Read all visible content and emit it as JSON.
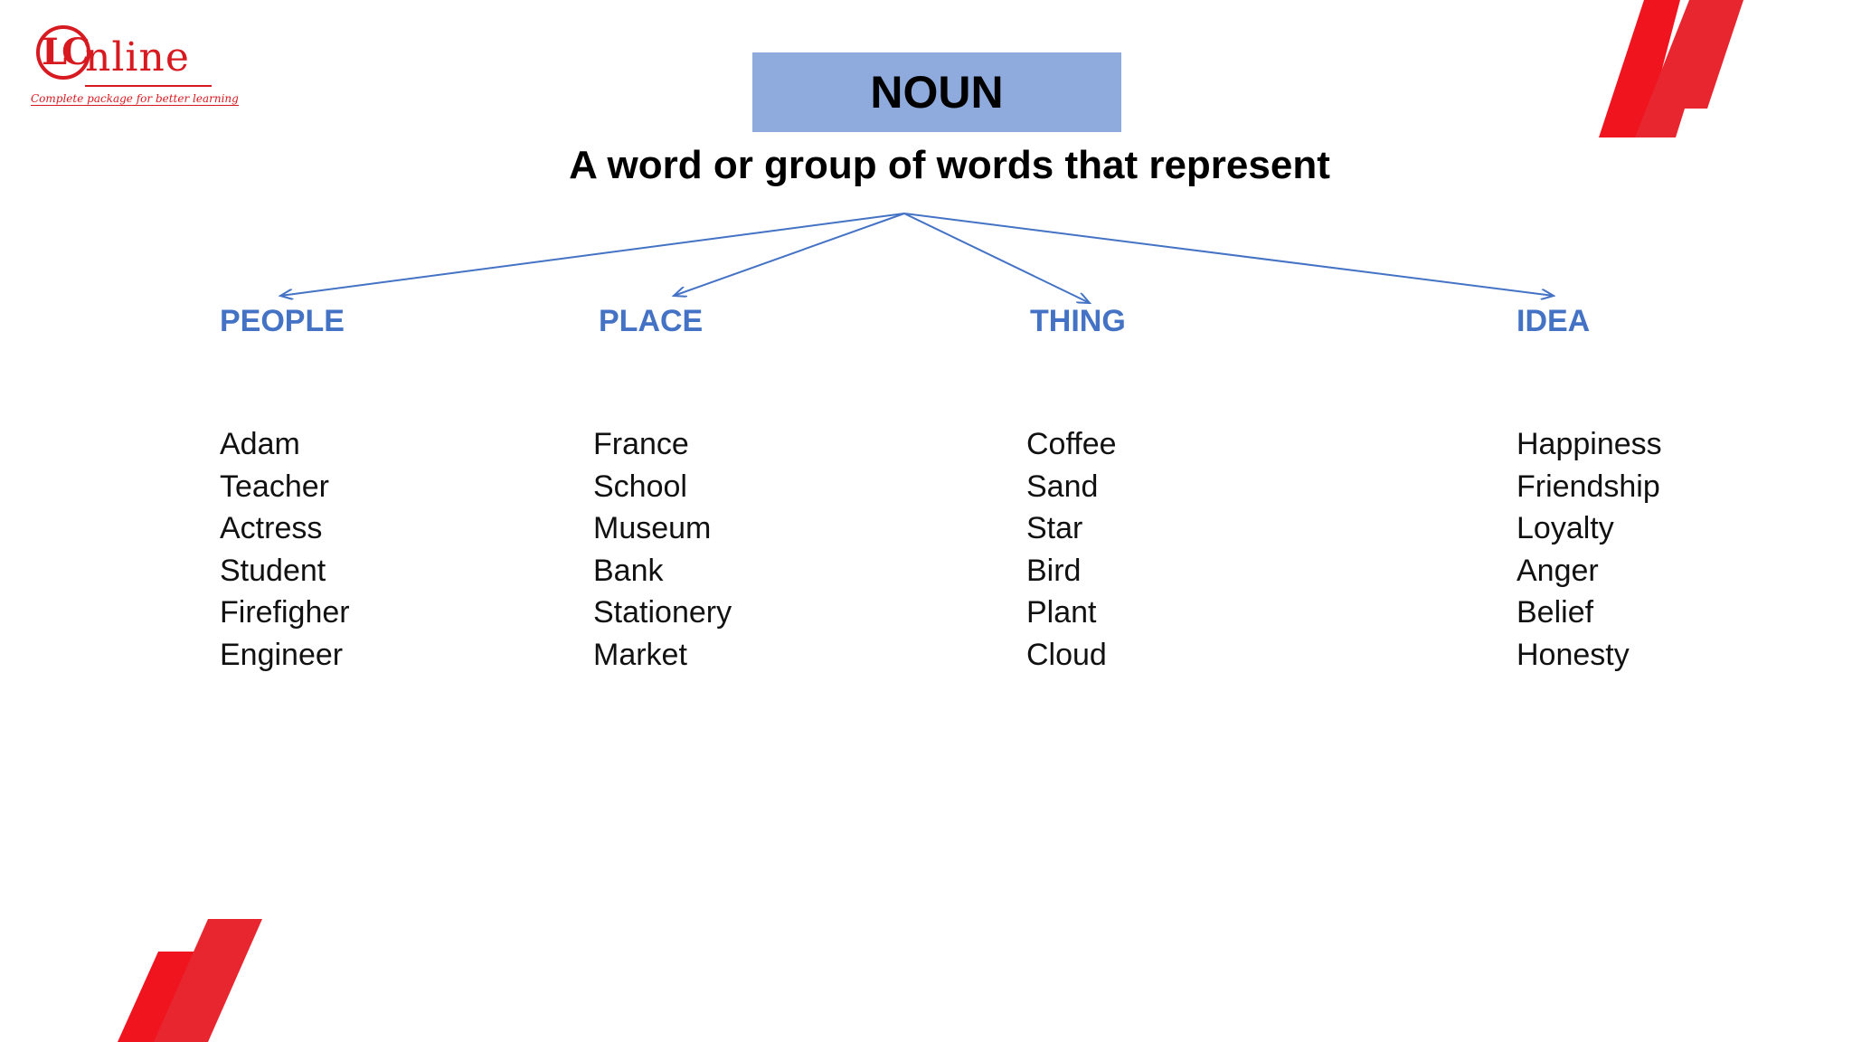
{
  "logo": {
    "letters": "LC",
    "word": "nline",
    "tagline": "Complete package for better learning"
  },
  "colors": {
    "title_box": "#8faadc",
    "category": "#4472c4",
    "arrow": "#4472c4",
    "stripe_dark": "#f0141e",
    "stripe_light": "#e8262f"
  },
  "title": "NOUN",
  "subtitle": "A word or group of words that represent",
  "categories": [
    {
      "label": "PEOPLE",
      "items": [
        "Adam",
        "Teacher",
        "Actress",
        "Student",
        "Firefigher",
        "Engineer"
      ]
    },
    {
      "label": "PLACE",
      "items": [
        "France",
        "School",
        "Museum",
        "Bank",
        "Stationery",
        "Market"
      ]
    },
    {
      "label": "THING",
      "items": [
        "Coffee",
        "Sand",
        "Star",
        "Bird",
        "Plant",
        "Cloud"
      ]
    },
    {
      "label": "IDEA",
      "items": [
        "Happiness",
        "Friendship",
        "Loyalty",
        "Anger",
        "Belief",
        "Honesty"
      ]
    }
  ]
}
